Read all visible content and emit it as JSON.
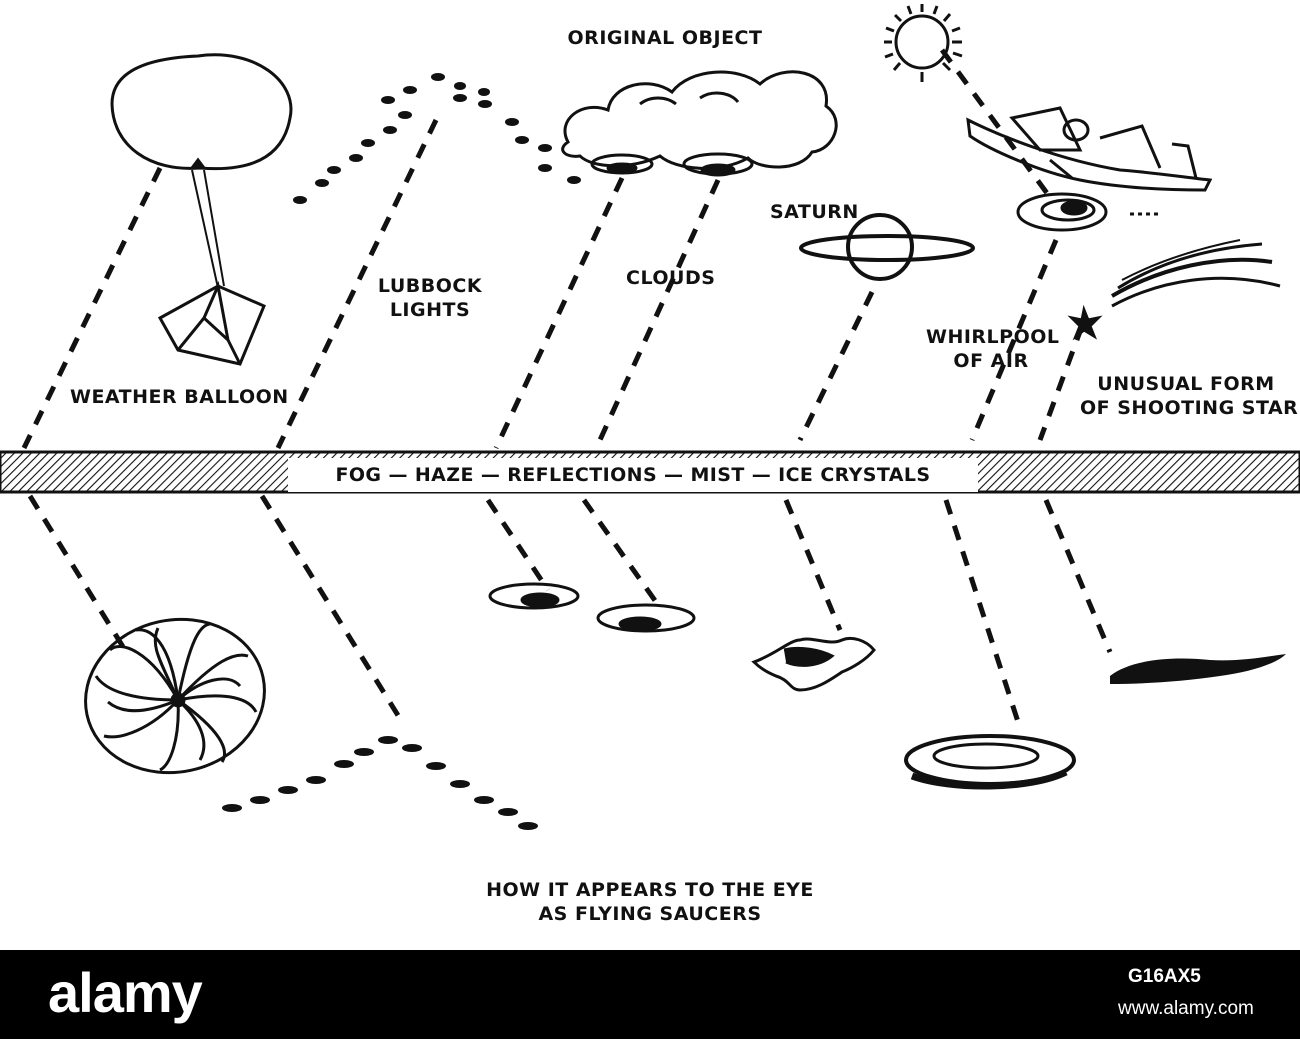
{
  "diagram": {
    "top_heading": "ORIGINAL OBJECT",
    "bottom_heading_line1": "HOW IT APPEARS TO THE EYE",
    "bottom_heading_line2": "AS FLYING SAUCERS",
    "band_text": "FOG — HAZE — REFLECTIONS — MIST — ICE CRYSTALS",
    "objects": {
      "weather_balloon": "WEATHER BALLOON",
      "lubbock_lights_line1": "LUBBOCK",
      "lubbock_lights_line2": "LIGHTS",
      "clouds": "CLOUDS",
      "saturn": "SATURN",
      "whirlpool_line1": "WHIRLPOOL",
      "whirlpool_line2": "OF AIR",
      "shooting_star_line1": "UNUSUAL FORM",
      "shooting_star_line2": "OF SHOOTING STAR"
    }
  },
  "footer": {
    "logo": "alamy",
    "image_id": "G16AX5",
    "url": "www.alamy.com"
  },
  "colors": {
    "ink": "#111111",
    "paper": "#ffffff",
    "footer_bg": "#000000",
    "footer_text": "#ffffff"
  }
}
